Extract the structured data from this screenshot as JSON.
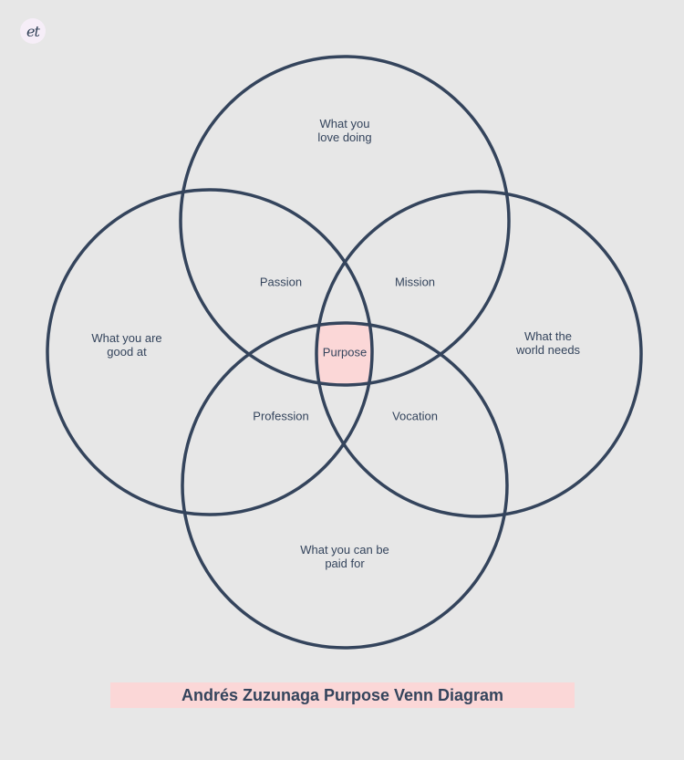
{
  "logo": {
    "text": "et"
  },
  "colors": {
    "background": "#e7e7e7",
    "stroke": "#34445c",
    "highlight": "#fbd7d7"
  },
  "circles": {
    "top": "What you\nlove doing",
    "left": "What you are\ngood at",
    "right": "What the\nworld needs",
    "bottom": "What you can be\npaid for"
  },
  "overlaps": {
    "passion": "Passion",
    "mission": "Mission",
    "profession": "Profession",
    "vocation": "Vocation",
    "purpose": "Purpose"
  },
  "title": "Andrés Zuzunaga Purpose Venn Diagram"
}
